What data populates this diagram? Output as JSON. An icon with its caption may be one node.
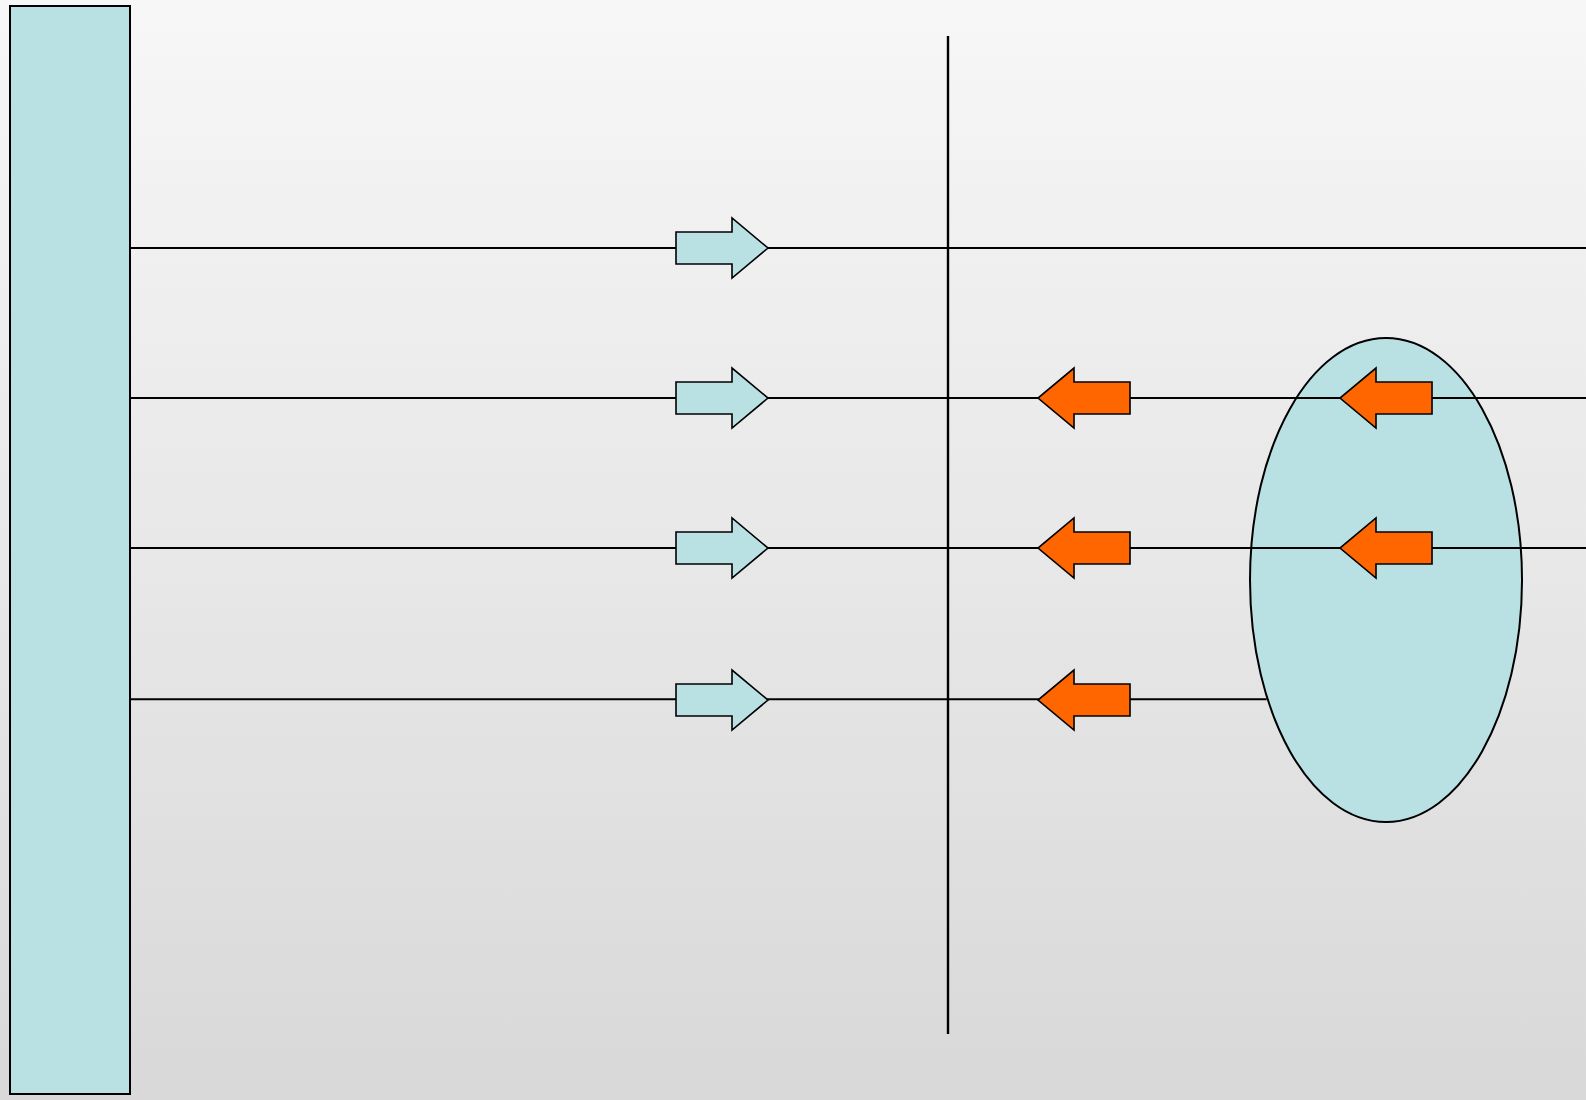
{
  "diagram": {
    "nodes": [
      {
        "text": [],
        "shape": "bar"
      },
      {
        "text": [],
        "shape": "ellipse"
      }
    ],
    "edges": [
      {
        "from": 0,
        "to": null,
        "arrow": "none"
      },
      {
        "from": 0,
        "to": null,
        "arrow": "none"
      },
      {
        "from": 0,
        "to": null,
        "arrow": "none"
      },
      {
        "from": 0,
        "to": 1,
        "arrow": "none"
      }
    ]
  }
}
